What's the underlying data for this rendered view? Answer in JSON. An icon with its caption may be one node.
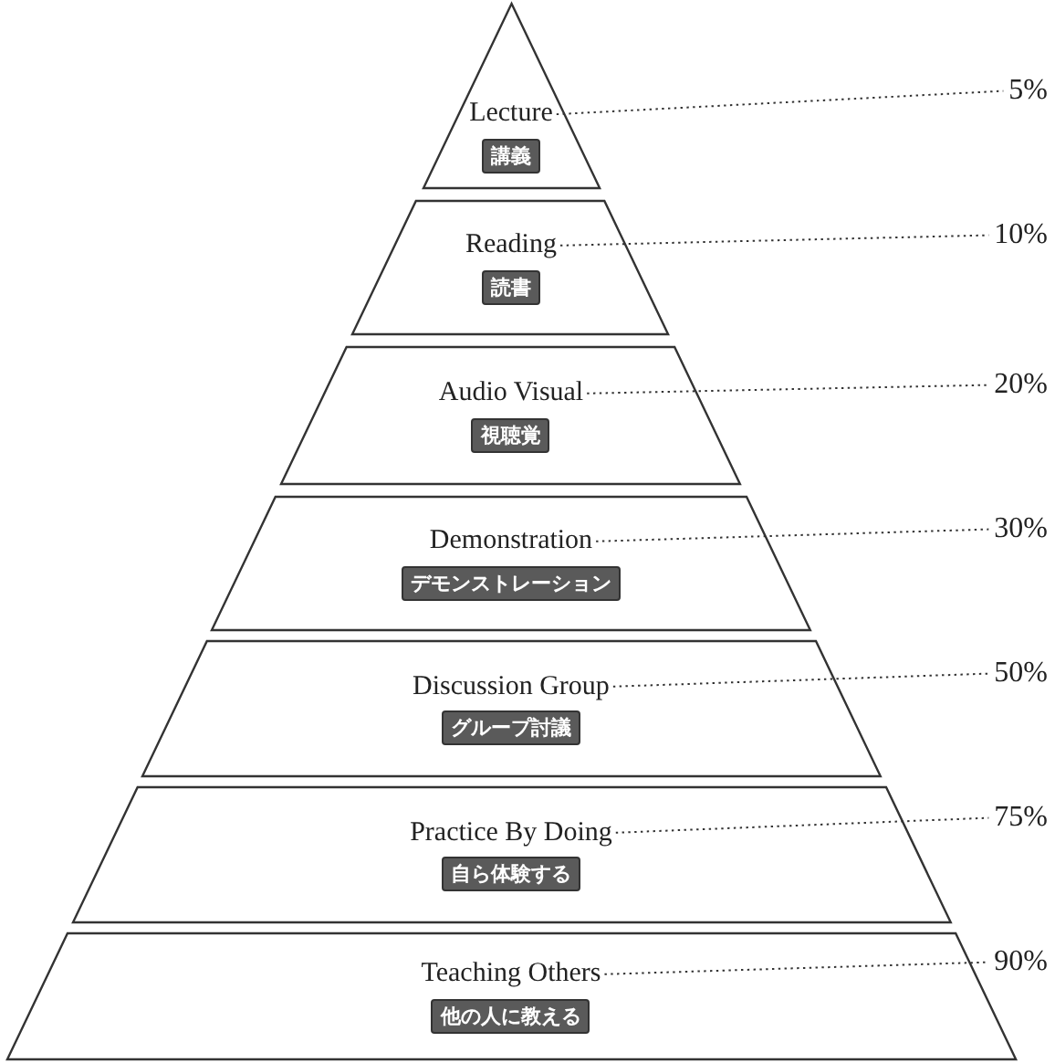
{
  "diagram": {
    "nodes": [
      {
        "text": [
          "Lecture",
          "講義"
        ]
      },
      {
        "text": [
          "Reading",
          "読書"
        ]
      },
      {
        "text": [
          "Audio Visual",
          "視聴覚"
        ]
      },
      {
        "text": [
          "Demonstration",
          "デモンストレーション"
        ]
      },
      {
        "text": [
          "Discussion Group",
          "グループ討議"
        ]
      },
      {
        "text": [
          "Practice By Doing",
          "自ら体験する"
        ]
      },
      {
        "text": [
          "Teaching Others",
          "他の人に教える"
        ]
      },
      {
        "text": [
          "5%"
        ]
      },
      {
        "text": [
          "10%"
        ]
      },
      {
        "text": [
          "20%"
        ]
      },
      {
        "text": [
          "30%"
        ]
      },
      {
        "text": [
          "50%"
        ]
      },
      {
        "text": [
          "75%"
        ]
      },
      {
        "text": [
          "90%"
        ]
      }
    ],
    "edges": [
      {
        "from": 0,
        "to": 7,
        "arrow": "none",
        "style": "dashed"
      },
      {
        "from": 1,
        "to": 8,
        "arrow": "none",
        "style": "dashed"
      },
      {
        "from": 2,
        "to": 9,
        "arrow": "none",
        "style": "dashed"
      },
      {
        "from": 3,
        "to": 10,
        "arrow": "none",
        "style": "dashed"
      },
      {
        "from": 4,
        "to": 11,
        "arrow": "none",
        "style": "dashed"
      },
      {
        "from": 5,
        "to": 12,
        "arrow": "none",
        "style": "dashed"
      },
      {
        "from": 6,
        "to": 13,
        "arrow": "none",
        "style": "dashed"
      }
    ]
  }
}
